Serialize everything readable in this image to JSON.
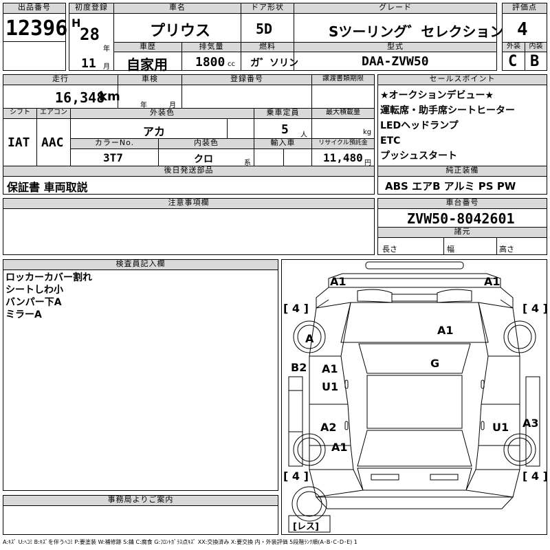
{
  "header": {
    "lot_no_label": "出品番号",
    "lot_no": "12396",
    "first_reg_label": "初度登録",
    "era": "H",
    "year": "28",
    "year_unit": "年",
    "month": "11",
    "month_unit": "月",
    "car_name_label": "車名",
    "car_name": "プリウス",
    "door_label": "ドア形状",
    "door": "5D",
    "grade_label": "グレード",
    "grade": "Sツーリング゛セレクション",
    "score_label": "評価点",
    "score": "4",
    "history_label": "車歴",
    "history": "自家用",
    "displacement_label": "排気量",
    "displacement": "1800",
    "displacement_unit": "cc",
    "fuel_label": "燃料",
    "fuel": "ガ゛ソリン",
    "model_label": "型式",
    "model": "DAA-ZVW50",
    "exterior_label": "外装",
    "exterior_grade": "C",
    "interior_label": "内装",
    "interior_grade": "B"
  },
  "specs": {
    "mileage_label": "走行",
    "mileage": "16,348",
    "mileage_unit": "km",
    "inspection_label": "車検",
    "inspection_year_unit": "年",
    "inspection_month_unit": "月",
    "plate_label": "登録番号",
    "transfer_label": "譲渡書類期限",
    "shift_label": "シフト",
    "shift": "IAT",
    "ac_label": "エアコン",
    "ac": "AAC",
    "ext_color_label": "外装色",
    "ext_color": "アカ",
    "capacity_label": "乗車定員",
    "capacity": "5",
    "capacity_unit": "人",
    "load_label": "最大積載量",
    "load_unit": "kg",
    "color_no_label": "カラーNo.",
    "color_no": "3T7",
    "int_color_label": "内装色",
    "int_color": "クロ",
    "int_color_unit": "系",
    "import_label": "輸入車",
    "recycle_label": "リサイクル預託金",
    "recycle": "11,480",
    "recycle_unit": "円"
  },
  "later_parts": {
    "label": "後日発送部品",
    "value": "保証書 車両取説"
  },
  "sales_points": {
    "label": "セールスポイント",
    "items": [
      "★オークションデビュー★",
      "運転席・助手席シートヒーター",
      "LEDヘッドランプ",
      "ETC",
      "プッシュスタート"
    ]
  },
  "equipment": {
    "label": "純正装備",
    "value": "ABS エアB アルミ PS PW"
  },
  "caution": {
    "label": "注意事項欄"
  },
  "chassis": {
    "label": "車台番号",
    "value": "ZVW50-8042601",
    "dims_label": "諸元",
    "length_label": "長さ",
    "width_label": "幅",
    "height_label": "高さ"
  },
  "inspector": {
    "label": "検査員記入欄",
    "notes": [
      "ロッカーカバー割れ",
      "シートしわ小",
      "バンパー下A",
      "ミラーA"
    ]
  },
  "office": {
    "label": "事務局よりご案内"
  },
  "diagram": {
    "tire_label_fl": "[ 4 ]",
    "tire_label_fr": "[ 4 ]",
    "tire_label_rl": "[ 4 ]",
    "tire_label_rr": "[ 4 ]",
    "spare_label": "[レス]",
    "marks": {
      "front_left": "A1",
      "front_right": "A1",
      "left_mirror": "A",
      "hood": "A1",
      "left_rocker": "B2",
      "left_front_door": "A1",
      "left_front_door_2": "U1",
      "roof": "G",
      "left_rear_door": "A2",
      "left_rear_fender": "A1",
      "right_rear_door": "U1",
      "right_rocker": "A3"
    }
  },
  "legend": "A:ｷｽﾞ U:ﾍｺﾐ B:ｷｽﾞを伴うﾍｺﾐ P:要塗装 W:補修跡 S:錆 C:腐食 G:ﾌﾛﾝﾄｶﾞﾗｽ点ｷｽﾞ XX:交換済み X:要交換 内・外装評価 5段階ﾗﾝｸ順(A･B･C･D･E) 1"
}
